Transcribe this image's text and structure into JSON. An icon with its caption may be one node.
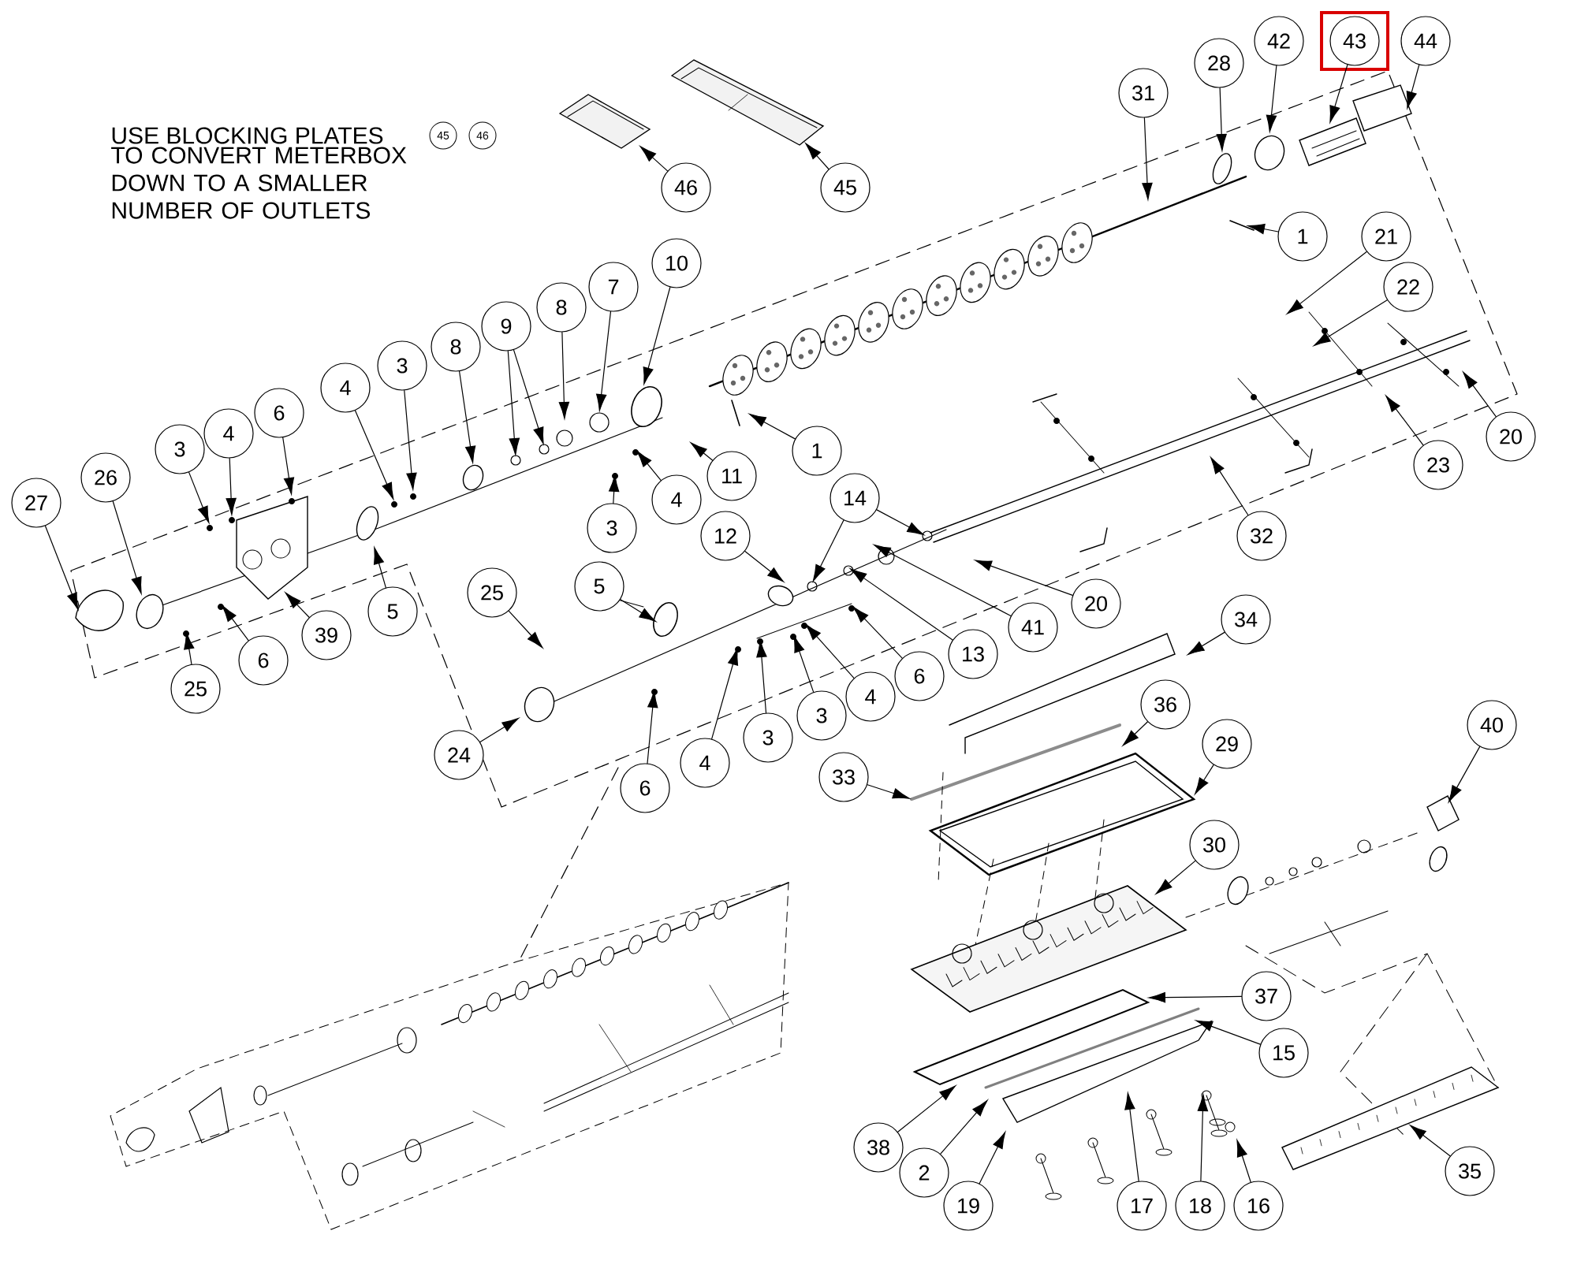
{
  "diagram": {
    "nodes": [
      {
        "text": [
          "42"
        ]
      },
      {
        "text": [
          "43"
        ]
      },
      {
        "text": [
          "44"
        ]
      },
      {
        "text": [
          "28"
        ]
      },
      {
        "text": [
          "31"
        ]
      },
      {
        "text": [
          "46"
        ]
      },
      {
        "text": [
          "45"
        ]
      },
      {
        "text": [
          "21"
        ]
      },
      {
        "text": [
          "1"
        ]
      },
      {
        "text": [
          "10"
        ]
      },
      {
        "text": [
          "22"
        ]
      },
      {
        "text": [
          "7"
        ]
      },
      {
        "text": [
          "8"
        ]
      },
      {
        "text": [
          "9"
        ]
      },
      {
        "text": [
          "8"
        ]
      },
      {
        "text": [
          "3"
        ]
      },
      {
        "text": [
          "4"
        ]
      },
      {
        "text": [
          "6"
        ]
      },
      {
        "text": [
          "4"
        ]
      },
      {
        "text": [
          "20"
        ]
      },
      {
        "text": [
          "1"
        ]
      },
      {
        "text": [
          "3"
        ]
      },
      {
        "text": [
          "23"
        ]
      },
      {
        "text": [
          "11"
        ]
      },
      {
        "text": [
          "26"
        ]
      },
      {
        "text": [
          "4"
        ]
      },
      {
        "text": [
          "14"
        ]
      },
      {
        "text": [
          "27"
        ]
      },
      {
        "text": [
          "3"
        ]
      },
      {
        "text": [
          "32"
        ]
      },
      {
        "text": [
          "12"
        ]
      },
      {
        "text": [
          "5"
        ]
      },
      {
        "text": [
          "25"
        ]
      },
      {
        "text": [
          "20"
        ]
      },
      {
        "text": [
          "5"
        ]
      },
      {
        "text": [
          "34"
        ]
      },
      {
        "text": [
          "41"
        ]
      },
      {
        "text": [
          "39"
        ]
      },
      {
        "text": [
          "13"
        ]
      },
      {
        "text": [
          "6"
        ]
      },
      {
        "text": [
          "6"
        ]
      },
      {
        "text": [
          "25"
        ]
      },
      {
        "text": [
          "4"
        ]
      },
      {
        "text": [
          "36"
        ]
      },
      {
        "text": [
          "3"
        ]
      },
      {
        "text": [
          "40"
        ]
      },
      {
        "text": [
          "3"
        ]
      },
      {
        "text": [
          "29"
        ]
      },
      {
        "text": [
          "24"
        ]
      },
      {
        "text": [
          "4"
        ]
      },
      {
        "text": [
          "33"
        ]
      },
      {
        "text": [
          "6"
        ]
      },
      {
        "text": [
          "30"
        ]
      },
      {
        "text": [
          "37"
        ]
      },
      {
        "text": [
          "15"
        ]
      },
      {
        "text": [
          "38"
        ]
      },
      {
        "text": [
          "35"
        ]
      },
      {
        "text": [
          "2"
        ]
      },
      {
        "text": [
          "19"
        ]
      },
      {
        "text": [
          "17"
        ]
      },
      {
        "text": [
          "18"
        ]
      },
      {
        "text": [
          "16"
        ]
      }
    ],
    "edges": [
      {
        "from": 0,
        "to": null,
        "arrow": "to"
      },
      {
        "from": 1,
        "to": null,
        "arrow": "to"
      },
      {
        "from": 2,
        "to": null,
        "arrow": "to"
      },
      {
        "from": 3,
        "to": null,
        "arrow": "to"
      },
      {
        "from": 4,
        "to": null,
        "arrow": "to"
      },
      {
        "from": 5,
        "to": null,
        "arrow": "to"
      },
      {
        "from": 6,
        "to": null,
        "arrow": "to"
      },
      {
        "from": 7,
        "to": null,
        "arrow": "to"
      },
      {
        "from": 8,
        "to": null,
        "arrow": "to"
      },
      {
        "from": 9,
        "to": null,
        "arrow": "to"
      },
      {
        "from": 10,
        "to": null,
        "arrow": "to"
      },
      {
        "from": 11,
        "to": null,
        "arrow": "to"
      },
      {
        "from": 12,
        "to": null,
        "arrow": "to"
      },
      {
        "from": 13,
        "to": null,
        "arrow": "to"
      },
      {
        "from": 13,
        "to": null,
        "arrow": "to"
      },
      {
        "from": 14,
        "to": null,
        "arrow": "to"
      },
      {
        "from": 15,
        "to": null,
        "arrow": "to"
      },
      {
        "from": 16,
        "to": null,
        "arrow": "to"
      },
      {
        "from": 17,
        "to": null,
        "arrow": "to"
      },
      {
        "from": 18,
        "to": null,
        "arrow": "to"
      },
      {
        "from": 19,
        "to": null,
        "arrow": "to"
      },
      {
        "from": 20,
        "to": null,
        "arrow": "to"
      },
      {
        "from": 21,
        "to": null,
        "arrow": "to"
      },
      {
        "from": 22,
        "to": null,
        "arrow": "to"
      },
      {
        "from": 23,
        "to": null,
        "arrow": "to"
      },
      {
        "from": 24,
        "to": null,
        "arrow": "to"
      },
      {
        "from": 25,
        "to": null,
        "arrow": "to"
      },
      {
        "from": 26,
        "to": null,
        "arrow": "to"
      },
      {
        "from": 26,
        "to": null,
        "arrow": "to"
      },
      {
        "from": 27,
        "to": null,
        "arrow": "to"
      },
      {
        "from": 28,
        "to": null,
        "arrow": "to"
      },
      {
        "from": 29,
        "to": null,
        "arrow": "to"
      },
      {
        "from": 30,
        "to": null,
        "arrow": "to"
      },
      {
        "from": 31,
        "to": null,
        "arrow": "to"
      },
      {
        "from": 32,
        "to": null,
        "arrow": "to"
      },
      {
        "from": 33,
        "to": null,
        "arrow": "to"
      },
      {
        "from": 34,
        "to": null,
        "arrow": "to"
      },
      {
        "from": 35,
        "to": null,
        "arrow": "to"
      },
      {
        "from": 36,
        "to": null,
        "arrow": "to"
      },
      {
        "from": 37,
        "to": null,
        "arrow": "to"
      },
      {
        "from": 38,
        "to": null,
        "arrow": "to"
      },
      {
        "from": 39,
        "to": null,
        "arrow": "to"
      },
      {
        "from": 40,
        "to": null,
        "arrow": "to"
      },
      {
        "from": 41,
        "to": null,
        "arrow": "to"
      },
      {
        "from": 42,
        "to": null,
        "arrow": "to"
      },
      {
        "from": 43,
        "to": null,
        "arrow": "to"
      },
      {
        "from": 44,
        "to": null,
        "arrow": "to"
      },
      {
        "from": 45,
        "to": null,
        "arrow": "to"
      },
      {
        "from": 46,
        "to": null,
        "arrow": "to"
      },
      {
        "from": 47,
        "to": null,
        "arrow": "to"
      },
      {
        "from": 48,
        "to": null,
        "arrow": "to"
      },
      {
        "from": 49,
        "to": null,
        "arrow": "to"
      },
      {
        "from": 50,
        "to": null,
        "arrow": "to"
      },
      {
        "from": 51,
        "to": null,
        "arrow": "to"
      },
      {
        "from": 52,
        "to": null,
        "arrow": "to"
      },
      {
        "from": 53,
        "to": null,
        "arrow": "to"
      },
      {
        "from": 54,
        "to": null,
        "arrow": "to"
      },
      {
        "from": 55,
        "to": null,
        "arrow": "to"
      },
      {
        "from": 56,
        "to": null,
        "arrow": "to"
      },
      {
        "from": 57,
        "to": null,
        "arrow": "to"
      },
      {
        "from": 58,
        "to": null,
        "arrow": "to"
      },
      {
        "from": 59,
        "to": null,
        "arrow": "to"
      },
      {
        "from": 60,
        "to": null,
        "arrow": "to"
      },
      {
        "from": 61,
        "to": null,
        "arrow": "to"
      }
    ],
    "labels": [
      "USE BLOCKING PLATES",
      "45",
      "46",
      "TO CONVERT METERBOX DOWN TO A SMALLER NUMBER OF OUTLETS"
    ]
  }
}
